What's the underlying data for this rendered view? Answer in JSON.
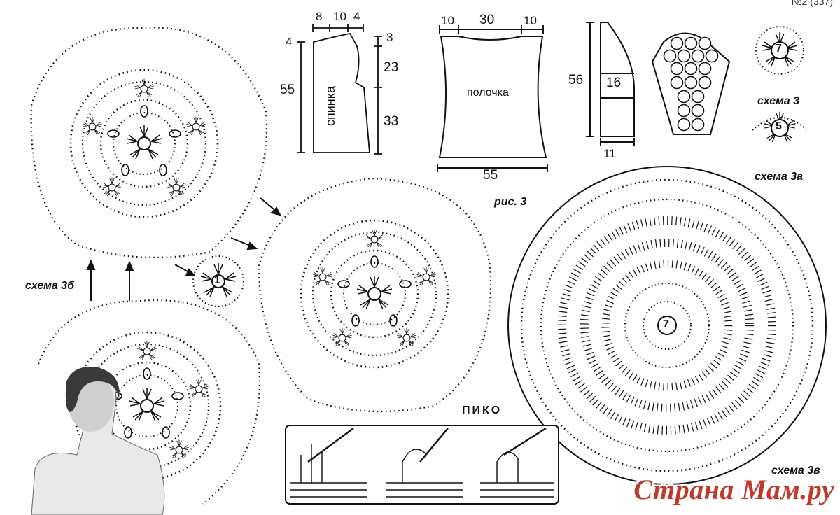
{
  "header": {
    "page_number": "№2 (337)"
  },
  "back_piece": {
    "label": "спинка",
    "dims": [
      "8",
      "10",
      "4",
      "4",
      "55",
      "3",
      "23",
      "33"
    ]
  },
  "front_piece": {
    "label": "полочка",
    "dims": [
      "10",
      "30",
      "10",
      "55"
    ]
  },
  "sleeve": {
    "dims": [
      "56",
      "16",
      "11"
    ]
  },
  "captions": {
    "fig": "рис. 3",
    "scheme3": "схема 3",
    "scheme3a": "схема 3а",
    "scheme3b": "схема 3б",
    "scheme3v": "схема 3в",
    "picot": "пико"
  },
  "motif_numbers": {
    "scheme3": "7",
    "scheme3a": "5",
    "scheme3b": "1",
    "scheme3v": "7"
  },
  "watermark": "Страна Мам.ру"
}
